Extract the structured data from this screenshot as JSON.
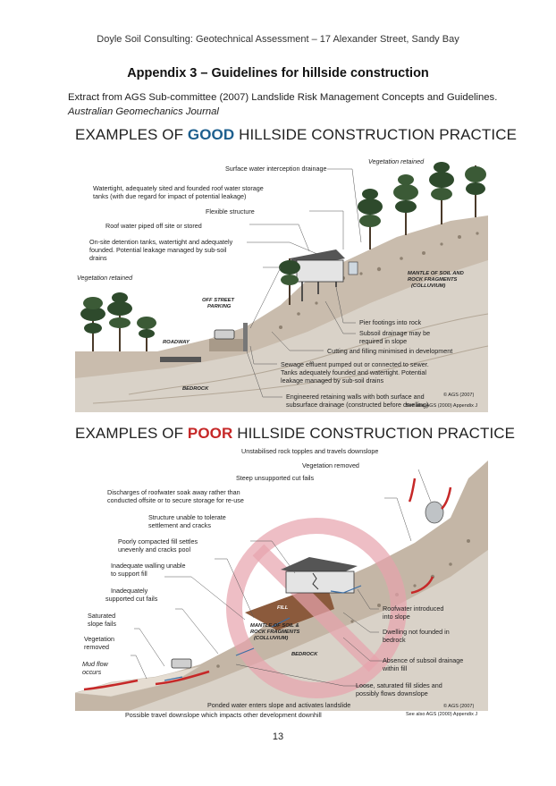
{
  "header": {
    "running_head": "Doyle Soil Consulting: Geotechnical Assessment – 17 Alexander Street, Sandy Bay"
  },
  "title": "Appendix 3 – Guidelines for hillside construction",
  "extract": {
    "line1": "Extract from AGS Sub-committee (2007) Landslide Risk Management Concepts and Guidelines.",
    "line2": "Australian Geomechanics Journal"
  },
  "good": {
    "heading_pre": "EXAMPLES OF ",
    "heading_key": "GOOD",
    "heading_post": " HILLSIDE CONSTRUCTION PRACTICE",
    "labels": {
      "veg_retained_top": "Vegetation retained",
      "surface_water": "Surface water interception drainage",
      "watertight_1": "Watertight, adequately sited and founded roof water storage",
      "watertight_2": "tanks (with due regard for impact of potential leakage)",
      "flexible": "Flexible structure",
      "roof_water": "Roof water piped off site or stored",
      "onsite_1": "On-site detention tanks, watertight and adequately",
      "onsite_2": "founded.  Potential leakage managed by sub-soil",
      "onsite_3": "drains",
      "veg_retained_left": "Vegetation retained",
      "off_street_1": "OFF STREET",
      "off_street_2": "PARKING",
      "roadway": "ROADWAY",
      "bedrock": "BEDROCK",
      "mantle_1": "MANTLE OF SOIL AND",
      "mantle_2": "ROCK FRAGMENTS",
      "mantle_3": "(COLLUVIUM)",
      "pier": "Pier footings into rock",
      "subsoil_1": "Subsoil drainage may be",
      "subsoil_2": "required in slope",
      "cutting": "Cutting and filling minimised in development",
      "sewage_1": "Sewage effluent pumped out or connected to sewer.",
      "sewage_2": "Tanks adequately founded and watertight.  Potential",
      "sewage_3": "leakage managed by sub-soil drains",
      "retaining_1": "Engineered retaining walls with both surface and",
      "retaining_2": "subsurface drainage (constructed before dwelling)",
      "copyright": "© AGS (2007)",
      "see_also": "See also AGS (2000) Appendix J"
    }
  },
  "poor": {
    "heading_pre": "EXAMPLES OF ",
    "heading_key": "POOR",
    "heading_post": " HILLSIDE CONSTRUCTION PRACTICE",
    "labels": {
      "unstabilised": "Unstabilised rock topples and travels downslope",
      "veg_removed_top": "Vegetation removed",
      "steep_cut": "Steep unsupported cut fails",
      "discharges_1": "Discharges of  roofwater soak away rather than",
      "discharges_2": "conducted offsite or to secure storage for re-use",
      "structure_1": "Structure unable to tolerate",
      "structure_2": "settlement and cracks",
      "poorly_1": "Poorly compacted fill settles",
      "poorly_2": "unevenly and cracks pool",
      "inadequate_wall_1": "Inadequate walling unable",
      "inadequate_wall_2": "to support fill",
      "inadequate_cut_1": "Inadequately",
      "inadequate_cut_2": "supported cut fails",
      "saturated_1": "Saturated",
      "saturated_2": "slope fails",
      "veg_removed_left_1": "Vegetation",
      "veg_removed_left_2": "removed",
      "mud_1": "Mud flow",
      "mud_2": "occurs",
      "fill": "FILL",
      "mantle_1": "MANTLE OF SOIL &",
      "mantle_2": "ROCK FRAGMENTS",
      "mantle_3": "(COLLUVIUM)",
      "bedrock": "BEDROCK",
      "roofwater_1": "Roofwater introduced",
      "roofwater_2": "into slope",
      "dwelling_1": "Dwelling not founded in",
      "dwelling_2": "bedrock",
      "absence_1": "Absence of subsoil drainage",
      "absence_2": "within fill",
      "loose_1": "Loose, saturated fill slides and",
      "loose_2": "possibly flows downslope",
      "ponded": "Ponded water enters slope and activates landslide",
      "possible": "Possible travel downslope which impacts other development downhill",
      "copyright": "© AGS (2007)",
      "see_also": "See also AGS (2000) Appendix J"
    }
  },
  "footer": {
    "page_number": "13"
  },
  "colors": {
    "good": "#1d5f8e",
    "poor": "#c62828",
    "soil": "#b9ab9b",
    "bedrock": "#d7cfc4",
    "prohibition": "#e7a2ad"
  }
}
